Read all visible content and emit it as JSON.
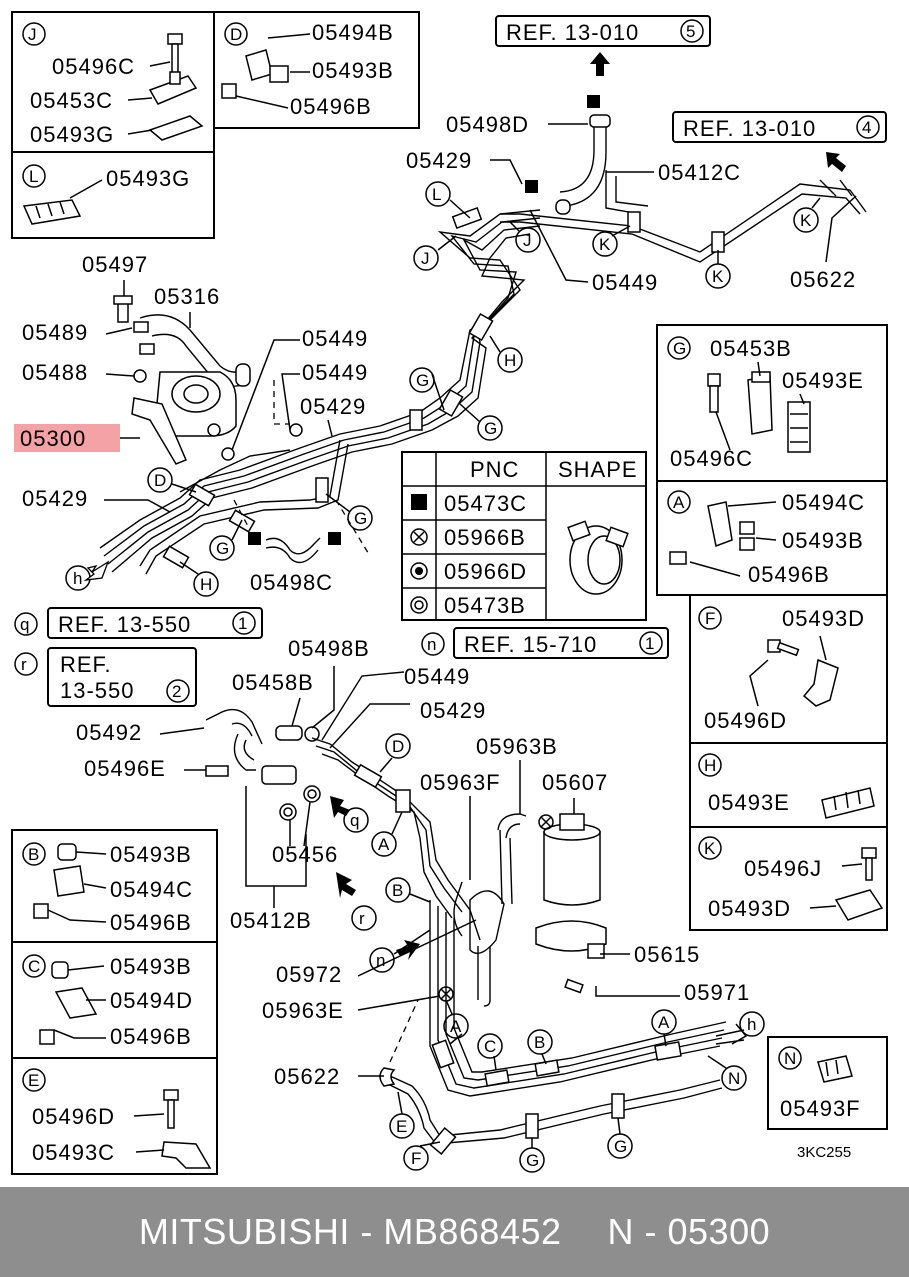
{
  "insets": {
    "J": {
      "letter": "J",
      "parts": [
        "05496C",
        "05453C",
        "05493G"
      ]
    },
    "D": {
      "letter": "D",
      "parts": [
        "05494B",
        "05493B",
        "05496B"
      ]
    },
    "L": {
      "letter": "L",
      "parts": [
        "05493G"
      ]
    },
    "G": {
      "letter": "G",
      "parts": [
        "05453B",
        "05493E",
        "05496C"
      ]
    },
    "A": {
      "letter": "A",
      "parts": [
        "05494C",
        "05493B",
        "05496B"
      ]
    },
    "F": {
      "letter": "F",
      "parts": [
        "05493D",
        "05496D"
      ]
    },
    "H": {
      "letter": "H",
      "parts": [
        "05493E"
      ]
    },
    "K": {
      "letter": "K",
      "parts": [
        "05496J",
        "05493D"
      ]
    },
    "B": {
      "letter": "B",
      "parts": [
        "05493B",
        "05494C",
        "05496B"
      ]
    },
    "C": {
      "letter": "C",
      "parts": [
        "05493B",
        "05494D",
        "05496B"
      ]
    },
    "E": {
      "letter": "E",
      "parts": [
        "05496D",
        "05493C"
      ]
    },
    "N": {
      "letter": "N",
      "parts": [
        "05493F"
      ]
    }
  },
  "refs": {
    "r5": {
      "text": "REF. 13-010",
      "num": "5"
    },
    "r4": {
      "text": "REF. 13-010",
      "num": "4"
    },
    "g1": {
      "tag": "q",
      "text": "REF. 13-550",
      "num": "1"
    },
    "r2": {
      "tag": "r",
      "line1": "REF.",
      "line2": "13-550",
      "num": "2"
    },
    "n1": {
      "tag": "n",
      "text": "REF. 15-710",
      "num": "1"
    }
  },
  "legend": {
    "headers": [
      "PNC",
      "SHAPE"
    ],
    "rows": [
      {
        "symbol": "filled-square",
        "pnc": "05473C"
      },
      {
        "symbol": "circle-x",
        "pnc": "05966B"
      },
      {
        "symbol": "circle-dot",
        "pnc": "05966D"
      },
      {
        "symbol": "double-circle",
        "pnc": "05473B"
      }
    ]
  },
  "labels": {
    "p05498D": "05498D",
    "p05429a": "05429",
    "p05412C": "05412C",
    "p05449a": "05449",
    "p05622a": "05622",
    "p05497": "05497",
    "p05316": "05316",
    "p05489": "05489",
    "p05488": "05488",
    "p05300": "05300",
    "p05449b": "05449",
    "p05449c": "05449",
    "p05429b": "05429",
    "p05429c": "05429",
    "p05498C": "05498C",
    "p05498B": "05498B",
    "p05458B": "05458B",
    "p05449d": "05449",
    "p05492": "05492",
    "p05429d": "05429",
    "p05496E": "05496E",
    "p05963B": "05963B",
    "p05963F": "05963F",
    "p05607": "05607",
    "p05456": "05456",
    "p05412B": "05412B",
    "p05972": "05972",
    "p05615": "05615",
    "p05971": "05971",
    "p05963E": "05963E",
    "p05622b": "05622",
    "code": "3KC255"
  },
  "callouts": [
    "J",
    "L",
    "J",
    "K",
    "K",
    "K",
    "H",
    "G",
    "G",
    "D",
    "G",
    "G",
    "H",
    "h",
    "D",
    "A",
    "B",
    "n",
    "r",
    "q",
    "A",
    "C",
    "B",
    "A",
    "h",
    "N",
    "E",
    "F",
    "G",
    "G"
  ],
  "footer": {
    "brand": "MITSUBISHI",
    "sep": " - ",
    "part_number": "MB868452",
    "pnc": "N - 05300"
  },
  "colors": {
    "highlight": "#f4a2a5",
    "footer_bg": "#8e8e8e",
    "footer_text": "#ffffff"
  }
}
